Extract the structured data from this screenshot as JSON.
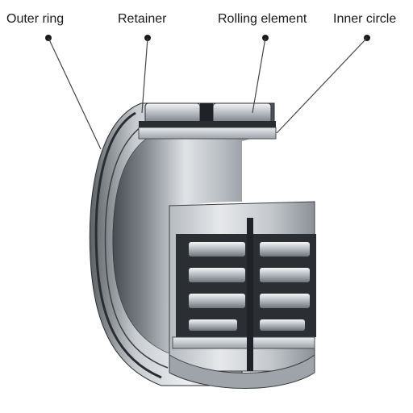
{
  "labels": {
    "outer_ring": "Outer ring",
    "retainer": "Retainer",
    "rolling_element": "Rolling element",
    "inner_circle": "Inner circle"
  },
  "colors": {
    "text": "#1a1a1a",
    "leader_line": "#444444",
    "metal_light": "#d9dcdf",
    "metal_mid": "#9aa0a6",
    "metal_dark": "#2a2d30"
  }
}
